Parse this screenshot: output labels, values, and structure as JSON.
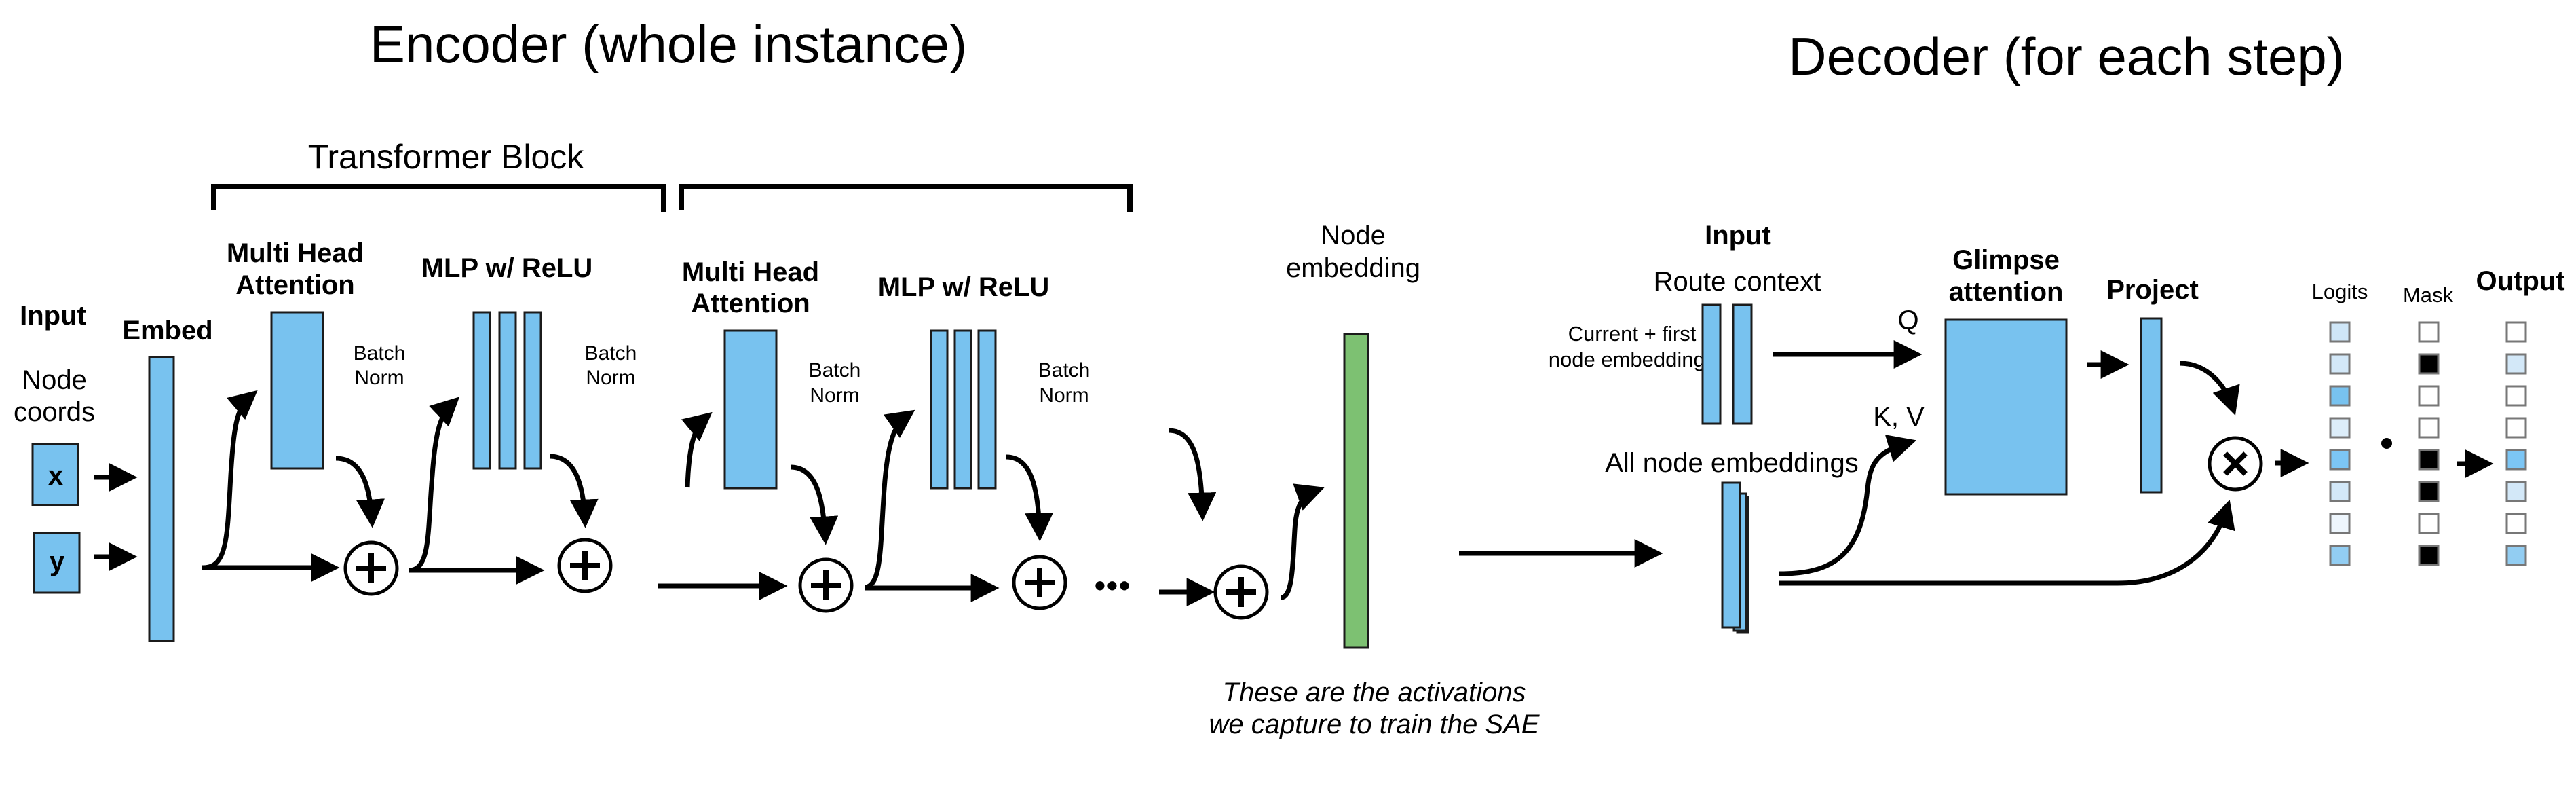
{
  "encoder": {
    "title": "Encoder (whole instance)",
    "transformer_block_label": "Transformer Block",
    "input": {
      "heading": "Input",
      "line1": "Node",
      "line2": "coords",
      "x_label": "x",
      "y_label": "y"
    },
    "embed_label": "Embed",
    "blocks": [
      {
        "mha_line1": "Multi Head",
        "mha_line2": "Attention",
        "mlp_label": "MLP w/ ReLU",
        "bn1_line1": "Batch",
        "bn1_line2": "Norm",
        "bn2_line1": "Batch",
        "bn2_line2": "Norm"
      },
      {
        "mha_line1": "Multi Head",
        "mha_line2": "Attention",
        "mlp_label": "MLP w/ ReLU",
        "bn1_line1": "Batch",
        "bn1_line2": "Norm",
        "bn2_line1": "Batch",
        "bn2_line2": "Norm"
      }
    ],
    "ellipsis": "•••",
    "add_symbol": "+",
    "node_embedding": {
      "line1": "Node",
      "line2": "embedding"
    },
    "caption": {
      "line1": "These are the activations",
      "line2": "we capture to train the SAE"
    }
  },
  "decoder": {
    "title": "Decoder (for each step)",
    "input_heading": "Input",
    "route_context": "Route context",
    "current_first": {
      "line1": "Current + first",
      "line2": "node embeddings"
    },
    "all_node_embeddings": "All node embeddings",
    "q_label": "Q",
    "kv_label": "K, V",
    "glimpse": {
      "line1": "Glimpse",
      "line2": "attention"
    },
    "project_label": "Project",
    "multiply_symbol": "×",
    "logits_label": "Logits",
    "mask_label": "Mask",
    "output_label": "Output",
    "logits": [
      "#cfe6f7",
      "#d3e8f8",
      "#78c2ef",
      "#dcedf9",
      "#7cc6f5",
      "#d3e8f8",
      "#eef6fd",
      "#92cdf2"
    ],
    "mask": [
      "#ffffff",
      "#000000",
      "#ffffff",
      "#ffffff",
      "#000000",
      "#000000",
      "#ffffff",
      "#000000"
    ],
    "output": [
      "#ffffff",
      "#d3e8f8",
      "#ffffff",
      "#ffffff",
      "#7cc6f5",
      "#d3e8f8",
      "#ffffff",
      "#92cdf2"
    ]
  },
  "colors": {
    "block_blue": "#78c2ef",
    "embedding_green": "#7dc172"
  }
}
